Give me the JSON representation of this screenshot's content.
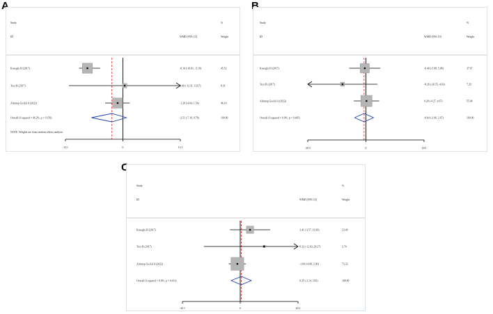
{
  "chart_data": [
    {
      "type": "forest",
      "panel_label": "A",
      "headers": {
        "study": "Study",
        "id": "ID",
        "effect": "WMD (95% CI)",
        "percent": "%",
        "weight": "Weight"
      },
      "xlim": [
        -13.1,
        13.1
      ],
      "ticks": [
        {
          "label": "-13.1",
          "value": -13.1
        },
        {
          "label": "0",
          "value": 0
        },
        {
          "label": "13.1",
          "value": 13.1
        }
      ],
      "studies": [
        {
          "name": "Koeoglu H (2017)",
          "ci_text": "-8.10 (-10.01, -5.19)",
          "weight_text": "45.52",
          "est": -8.1,
          "lo": -10.01,
          "hi": -5.19,
          "weight": 45.52
        },
        {
          "name": "Tecz R (2017)",
          "ci_text": "0.40 (-12.31, 13.67)",
          "weight_text": "8.31",
          "est": 0.4,
          "lo": -12.31,
          "hi": 13.67,
          "weight": 8.31
        },
        {
          "name": "Altintop Geckil A (2022)",
          "ci_text": "-1.20 (-4.04, 1.54)",
          "weight_text": "46.16",
          "est": -1.2,
          "lo": -4.04,
          "hi": 1.54,
          "weight": 46.16
        }
      ],
      "overall": {
        "label": "Overall  (I-squared = 46.2%, p = 0.156)",
        "ci_text": "-2.51 (-7.16, 0.78)",
        "weight_text": "100.00",
        "est": -2.51,
        "lo": -7.16,
        "hi": 0.78
      },
      "note": "NOTE: Weights are from random effects analysis"
    },
    {
      "type": "forest",
      "panel_label": "B",
      "headers": {
        "study": "Study",
        "id": "ID",
        "effect": "WMD (95% CI)",
        "percent": "%",
        "weight": "Weight"
      },
      "xlim": [
        -20.5,
        20.5
      ],
      "ticks": [
        {
          "label": "-20.5",
          "value": -20.5
        },
        {
          "label": "0",
          "value": 0
        },
        {
          "label": "20.5",
          "value": 20.5
        }
      ],
      "studies": [
        {
          "name": "Koeoglu H (2017)",
          "ci_text": "-0.40 (-5.88, 5.08)",
          "weight_text": "37.67",
          "est": -0.4,
          "lo": -5.88,
          "hi": 5.08,
          "weight": 37.67
        },
        {
          "name": "Tecz R (2017)",
          "ci_text": "-8.26 (-20.55, 4.03)",
          "weight_text": "7.29",
          "est": -8.26,
          "lo": -20.55,
          "hi": 4.03,
          "weight": 7.29
        },
        {
          "name": "Altintop Geckil A (2022)",
          "ci_text": "0.20 (-4.27, 4.67)",
          "weight_text": "55.04",
          "est": 0.2,
          "lo": -4.27,
          "hi": 4.67,
          "weight": 55.04
        }
      ],
      "overall": {
        "label": "Overall  (I-squared = 0.0%, p = 0.445)",
        "ci_text": "-0.64 (-3.96, 2.67)",
        "weight_text": "100.00",
        "est": -0.64,
        "lo": -3.96,
        "hi": 2.67
      },
      "note": ""
    },
    {
      "type": "forest",
      "panel_label": "C",
      "headers": {
        "study": "Study",
        "id": "ID",
        "effect": "WMD (95% CI)",
        "percent": "%",
        "weight": "Weight"
      },
      "xlim": [
        -20.1,
        20.1
      ],
      "ticks": [
        {
          "label": "-20.1",
          "value": -20.1
        },
        {
          "label": "0",
          "value": 0
        },
        {
          "label": "20.1",
          "value": 20.1
        }
      ],
      "studies": [
        {
          "name": "Koeoglu H (2017)",
          "ci_text": "3.41 (-3.57, 10.39)",
          "weight_text": "23.49",
          "est": 3.41,
          "lo": -3.57,
          "hi": 10.39,
          "weight": 23.49
        },
        {
          "name": "Tecz R (2017)",
          "ci_text": "8.32 (-12.63, 29.27)",
          "weight_text": "2.74",
          "est": 8.32,
          "lo": -12.63,
          "hi": 29.27,
          "weight": 2.74
        },
        {
          "name": "Altintop Geckil A (2022)",
          "ci_text": "-1.00 (-4.00, 2.00)",
          "weight_text": "73.33",
          "est": -1.0,
          "lo": -4.0,
          "hi": 2.0,
          "weight": 73.33
        }
      ],
      "overall": {
        "label": "Overall  (I-squared = 0.0%, p = 0.413)",
        "ci_text": "0.35 (-3.14, 3.83)",
        "weight_text": "100.00",
        "est": 0.35,
        "lo": -3.14,
        "hi": 3.83
      },
      "note": ""
    }
  ]
}
